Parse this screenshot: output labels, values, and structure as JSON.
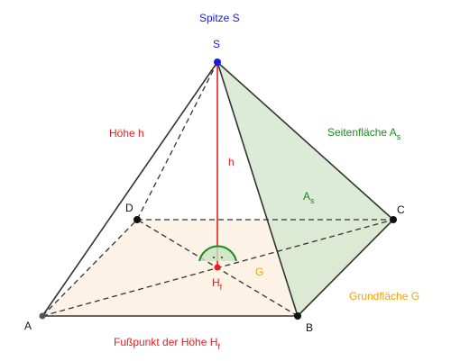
{
  "labels": {
    "apex_title": "Spitze S",
    "height_title": "Höhe h",
    "lateral_face_title": "Seitenfläche A",
    "lateral_face_title_sub": "s",
    "base_title": "Grundfläche G",
    "foot_title": "Fußpunkt der Höhe H",
    "foot_title_sub": "f"
  },
  "points": {
    "S": "S",
    "A": "A",
    "B": "B",
    "C": "C",
    "D": "D",
    "Hf": "H",
    "Hf_sub": "f"
  },
  "inner": {
    "h": "h",
    "As": "A",
    "As_sub": "s",
    "G": "G"
  },
  "colors": {
    "apex": "#1a1ae6",
    "height": "#e62020",
    "lateral": "#1a8c1a",
    "base": "#f5a000",
    "base_fill": "#fbeedd",
    "lateral_fill": "#d6e8cf",
    "edge": "#333333",
    "vertex": "#111111"
  }
}
